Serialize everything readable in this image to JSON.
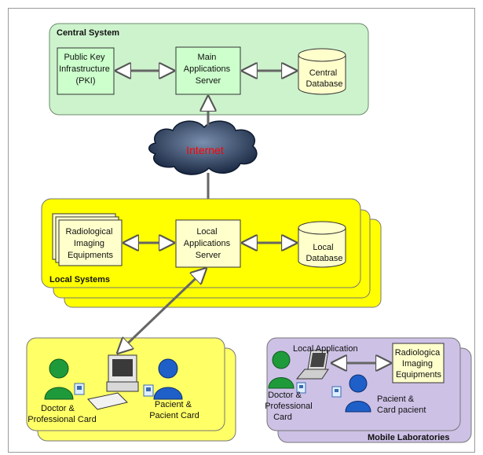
{
  "central": {
    "title": "Central System",
    "pki": [
      "Public Key",
      "Infrastructure",
      "(PKI)"
    ],
    "server": [
      "Main",
      "Applications",
      "Server"
    ],
    "database": [
      "Central",
      "Database"
    ]
  },
  "internet": {
    "label": "Internet"
  },
  "local": {
    "title": "Local Systems",
    "imaging": [
      "Radiological",
      "Imaging",
      "Equipments"
    ],
    "server": [
      "Local",
      "Applications",
      "Server"
    ],
    "database": [
      "Local",
      "Database"
    ]
  },
  "clinic": {
    "doctor": [
      "Doctor &",
      "Professional Card"
    ],
    "patient": [
      "Pacient &",
      "Pacient Card"
    ]
  },
  "mobile": {
    "title": "Mobile Laboratories",
    "app_label": "Local Application",
    "imaging": [
      "Radiologica",
      "Imaging",
      "Equipments"
    ],
    "doctor": [
      "Doctor &",
      "Professional",
      "Card"
    ],
    "patient": [
      "Pacient &",
      "Card pacient"
    ]
  },
  "colors": {
    "central_fill": "#cdf3cd",
    "local_fill": "#ffff00",
    "clinic_fill": "#ffff66",
    "mobile_fill": "#cdc1e6",
    "box_fill": "#ffffcc",
    "server_fill": "#ccffcc",
    "internet_text": "#ff0000",
    "person_green": "#1f9a3a",
    "person_blue": "#1f5fc8"
  }
}
